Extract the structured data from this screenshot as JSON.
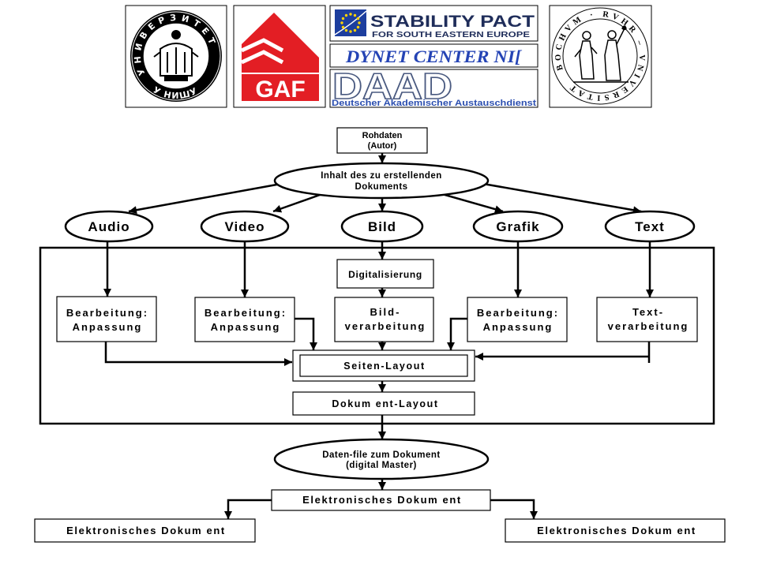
{
  "logos": {
    "university_nis": {
      "seal_text_top": "УНИВЕРЗИТЕТ",
      "seal_text_bottom": "У НИШУ"
    },
    "gaf": {
      "text": "GAF",
      "color": "#e31e24"
    },
    "stability_pact": {
      "title": "STABILITY PACT",
      "subtitle": "FOR SOUTH EASTERN EUROPE",
      "flag_color": "#1d3e9e",
      "star_color": "#ffd200"
    },
    "dynet": {
      "text": "DYNET CENTER NI[",
      "color": "#2544b5"
    },
    "daad": {
      "text": "DAAD",
      "subtitle": "Deutscher Akademischer Austauschdienst",
      "outline_color": "#4a5a80",
      "color": "#2c4fb0"
    },
    "ruhr_bochum": {
      "seal_text": "BOCHVM · RVHR – VNIVERSITAT"
    }
  },
  "flowchart": {
    "source": {
      "line1": "Rohdaten",
      "line2": "(Autor)"
    },
    "content": {
      "line1": "Inhalt des zu erstellenden",
      "line2": "Dokuments"
    },
    "media": [
      {
        "label": "Audio"
      },
      {
        "label": "Video"
      },
      {
        "label": "Bild"
      },
      {
        "label": "Grafik"
      },
      {
        "label": "Text"
      }
    ],
    "audio_processing": {
      "line1": "Bearbeitung:",
      "line2": "Anpassung"
    },
    "video_processing": {
      "line1": "Bearbeitung:",
      "line2": "Anpassung"
    },
    "digitization": "Digitalisierung",
    "image_processing": {
      "line1": "Bild-",
      "line2": "verarbeitung"
    },
    "graphic_processing": {
      "line1": "Bearbeitung:",
      "line2": "Anpassung"
    },
    "text_processing": {
      "line1": "Text-",
      "line2": "verarbeitung"
    },
    "page_layout": "Seiten-Layout",
    "document_layout": "Dokum ent-Layout",
    "master": {
      "line1": "Daten-file zum Dokument",
      "line2": "(digital Master)"
    },
    "outputs": {
      "center": "Elektronisches Dokum ent",
      "left": "Elektronisches Dokum ent",
      "right": "Elektronisches Dokum ent"
    }
  }
}
